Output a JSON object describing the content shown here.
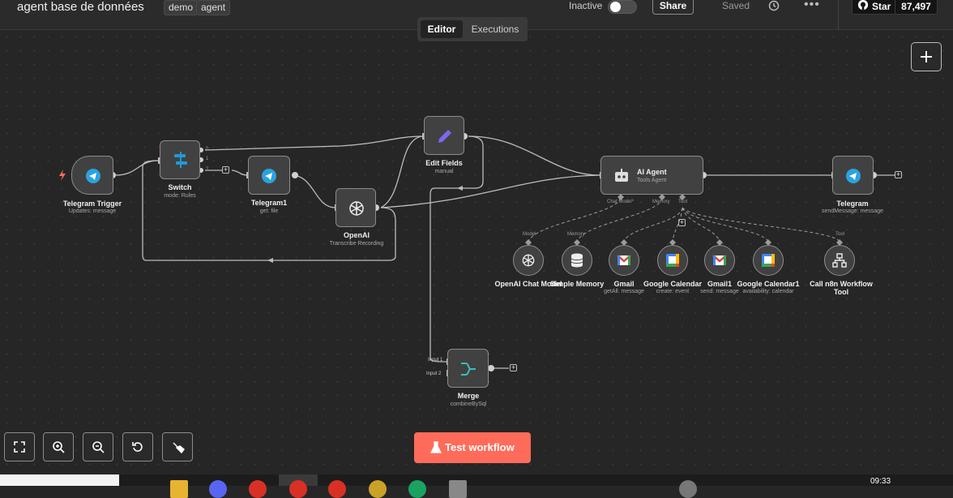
{
  "header": {
    "workflow_title": "agent base de données",
    "tags": [
      "demo",
      "agent"
    ],
    "active_label": "Inactive",
    "share_label": "Share",
    "saved_label": "Saved",
    "github": {
      "star_label": "Star",
      "star_count": "87,497"
    }
  },
  "tabs": {
    "editor": "Editor",
    "executions": "Executions"
  },
  "nodes": {
    "telegram_trigger": {
      "label": "Telegram Trigger",
      "sub": "Updates: message"
    },
    "switch": {
      "label": "Switch",
      "sub": "mode: Rules",
      "outputs": [
        "0",
        "1",
        "2"
      ]
    },
    "telegram1": {
      "label": "Telegram1",
      "sub": "get: file"
    },
    "openai": {
      "label": "OpenAI",
      "sub": "Transcribe Recording"
    },
    "edit_fields": {
      "label": "Edit Fields",
      "sub": "manual"
    },
    "ai_agent": {
      "label": "AI Agent",
      "sub": "Tools Agent",
      "ports": {
        "chat_model": "Chat Model",
        "chat_model_req": "*",
        "memory": "Memory",
        "tool": "Tool"
      }
    },
    "telegram": {
      "label": "Telegram",
      "sub": "sendMessage: message"
    },
    "merge": {
      "label": "Merge",
      "sub": "combineBySql",
      "inputs": [
        "Input 1",
        "Input 2"
      ]
    }
  },
  "sub_nodes": {
    "openai_chat_model": {
      "label": "OpenAI Chat Model",
      "sub": "",
      "port": "Model"
    },
    "simple_memory": {
      "label": "Simple Memory",
      "sub": "",
      "port": "Memory"
    },
    "gmail": {
      "label": "Gmail",
      "sub": "getAll: message"
    },
    "google_calendar": {
      "label": "Google Calendar",
      "sub": "create: event"
    },
    "gmail1": {
      "label": "Gmail1",
      "sub": "send: message"
    },
    "google_calendar1": {
      "label": "Google Calendar1",
      "sub": "availability: calendar"
    },
    "call_workflow_tool": {
      "label1": "Call n8n Workflow",
      "label2": "Tool",
      "port": "Tool"
    }
  },
  "test_button": "Test workflow",
  "taskbar": {
    "time": "09:33"
  },
  "colors": {
    "canvas": "#262626",
    "node": "#414141",
    "edge": "#bdbdbd",
    "accent": "#ff6b5a",
    "telegram": "#2aa3e0",
    "switch": "#1e9bd7",
    "pencil": "#7b68ee",
    "merge": "#35c0c0"
  }
}
